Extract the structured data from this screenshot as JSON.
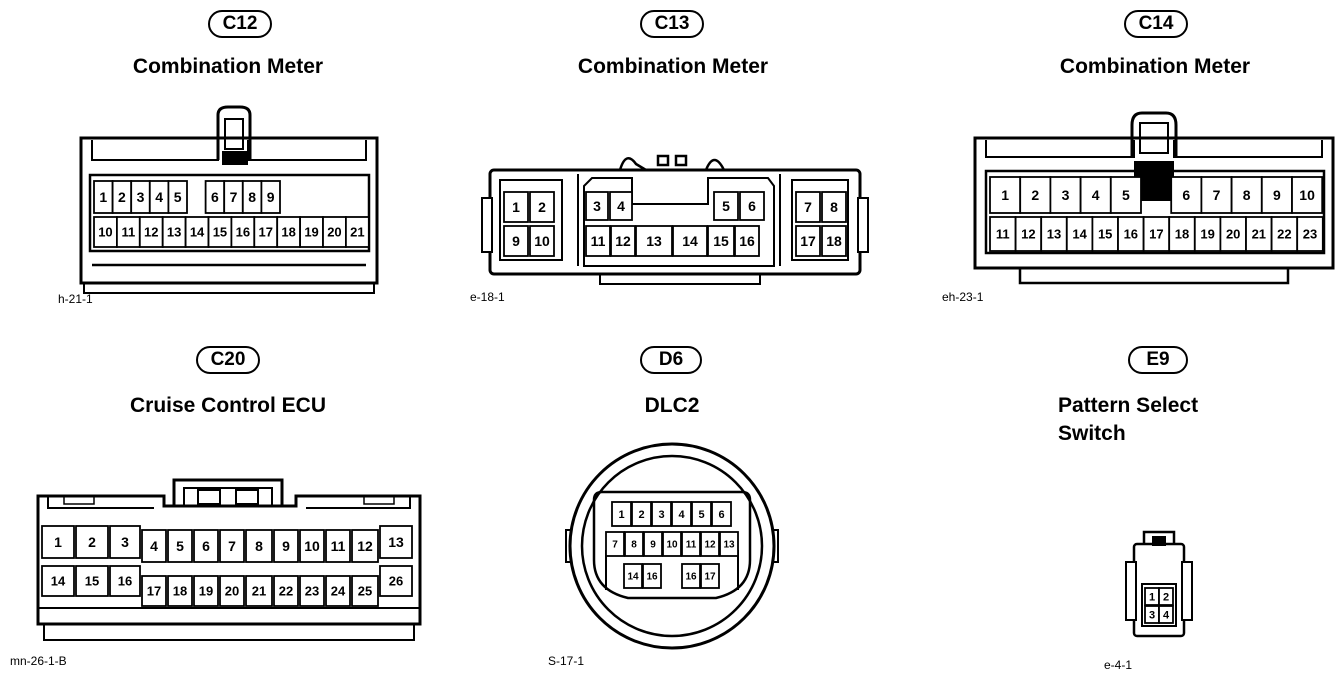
{
  "connectors": [
    {
      "id": "c12",
      "code": "C12",
      "title": "Combination Meter",
      "ref": "h-21-1",
      "pins_top": [
        "1",
        "2",
        "3",
        "4",
        "5",
        "",
        "6",
        "7",
        "8",
        "9"
      ],
      "pins_bottom": [
        "10",
        "11",
        "12",
        "13",
        "14",
        "15",
        "16",
        "17",
        "18",
        "19",
        "20",
        "21"
      ]
    },
    {
      "id": "c13",
      "code": "C13",
      "title": "Combination Meter",
      "ref": "e-18-1",
      "pins_left": [
        "1",
        "2",
        "9",
        "10"
      ],
      "pins_mid_top_left": [
        "3",
        "4"
      ],
      "pins_mid_top_right": [
        "5",
        "6"
      ],
      "pins_mid_bottom": [
        "11",
        "12",
        "13",
        "14",
        "15",
        "16"
      ],
      "pins_right": [
        "7",
        "8",
        "17",
        "18"
      ]
    },
    {
      "id": "c14",
      "code": "C14",
      "title": "Combination Meter",
      "ref": "eh-23-1",
      "pins_top": [
        "1",
        "2",
        "3",
        "4",
        "5",
        "",
        "6",
        "7",
        "8",
        "9",
        "10"
      ],
      "pins_bottom": [
        "11",
        "12",
        "13",
        "14",
        "15",
        "16",
        "17",
        "18",
        "19",
        "20",
        "21",
        "22",
        "23"
      ]
    },
    {
      "id": "c20",
      "code": "C20",
      "title": "Cruise Control ECU",
      "ref": "mn-26-1-B",
      "pins_top": [
        "1",
        "2",
        "3",
        "4",
        "5",
        "6",
        "7",
        "8",
        "9",
        "10",
        "11",
        "12",
        "13"
      ],
      "pins_bottom": [
        "14",
        "15",
        "16",
        "17",
        "18",
        "19",
        "20",
        "21",
        "22",
        "23",
        "24",
        "25",
        "26"
      ]
    },
    {
      "id": "d6",
      "code": "D6",
      "title": "DLC2",
      "ref": "S-17-1",
      "pins_row1": [
        "1",
        "2",
        "3",
        "4",
        "5",
        "6"
      ],
      "pins_row2": [
        "7",
        "8",
        "9",
        "10",
        "11",
        "12",
        "13"
      ],
      "pins_row3_left": [
        "14",
        "16"
      ],
      "pins_row3_right": [
        "16",
        "17"
      ]
    },
    {
      "id": "e9",
      "code": "E9",
      "title_line1": "Pattern Select",
      "title_line2": "Switch",
      "ref": "e-4-1",
      "pins": [
        "1",
        "2",
        "3",
        "4"
      ]
    }
  ]
}
